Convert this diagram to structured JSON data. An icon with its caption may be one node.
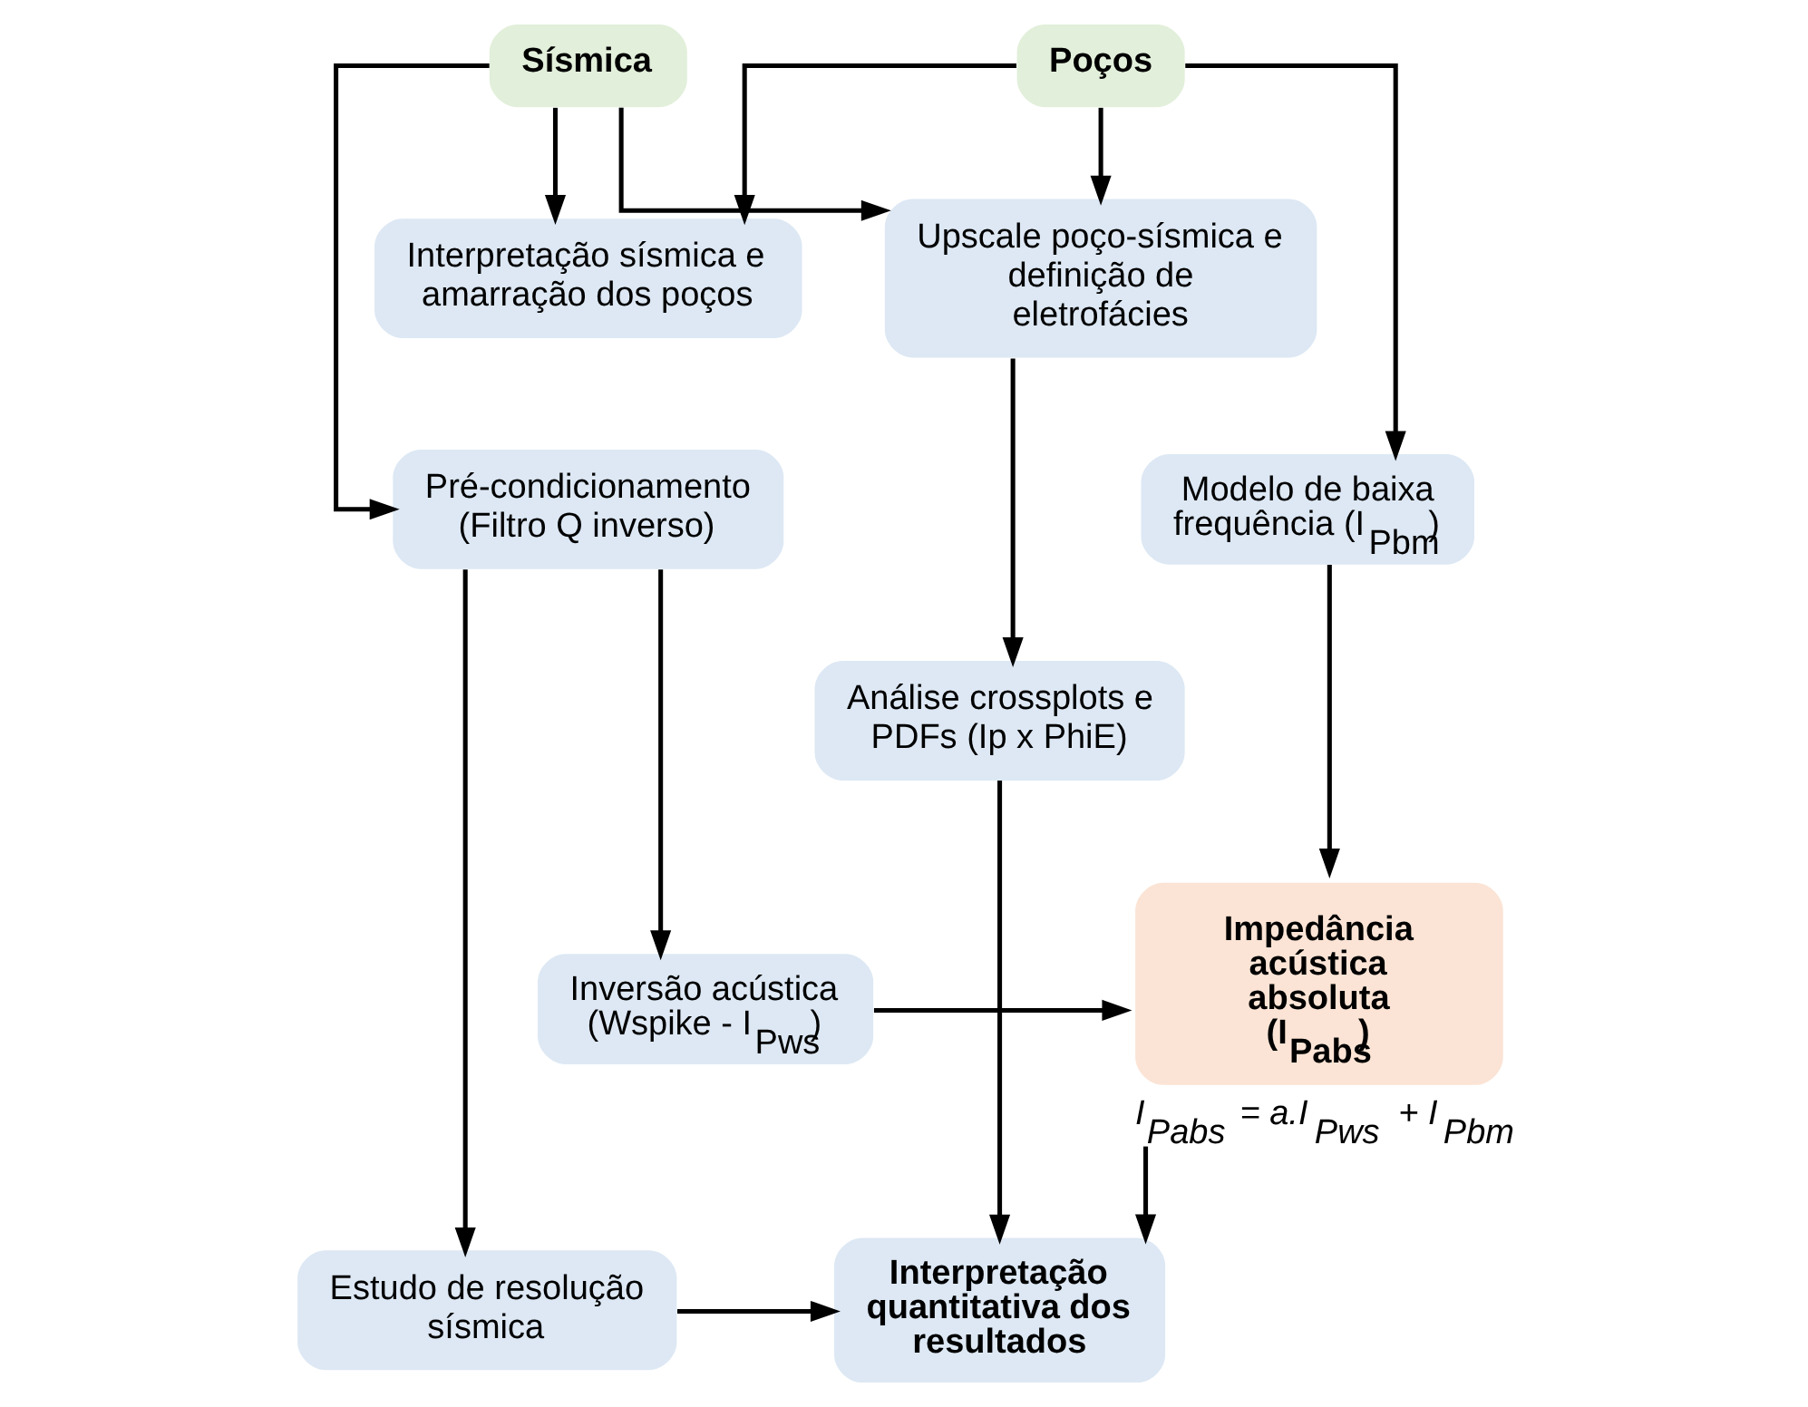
{
  "diagram": {
    "nodes": [
      {
        "text": [
          "Sísmica"
        ]
      },
      {
        "text": [
          "Poços"
        ]
      },
      {
        "text": [
          "Interpretação sísmica e amarração dos poços"
        ]
      },
      {
        "text": [
          "Upscale poço-sísmica e definição de eletrofácies"
        ]
      },
      {
        "text": [
          "Pré-condicionamento (Filtro Q inverso)"
        ]
      },
      {
        "text": [
          "Modelo de baixa frequência (I$_{Pbm}$)"
        ]
      },
      {
        "text": [
          "Análise crossplots e PDFs (Ip x PhiE)"
        ]
      },
      {
        "text": [
          "Inversão acústica (Wspike - I$_{Pws}$)"
        ]
      },
      {
        "text": [
          "Impedância acústica absoluta (I$_{Pabs}$)"
        ],
        "beside": [
          "I$_{Pabs}$ = a.I$_{Pws}$ + I$_{Pbm}$"
        ]
      },
      {
        "text": [
          "Estudo de resolução sísmica"
        ]
      },
      {
        "text": [
          "Interpretação quantitativa dos resultados"
        ]
      }
    ],
    "edges": [
      {
        "from": 0,
        "to": 2,
        "arrow": "to"
      },
      {
        "from": 1,
        "to": 2,
        "arrow": "to"
      },
      {
        "from": 0,
        "to": 3,
        "arrow": "to"
      },
      {
        "from": 1,
        "to": 3,
        "arrow": "to"
      },
      {
        "from": 0,
        "to": 4,
        "arrow": "to"
      },
      {
        "from": 1,
        "to": 5,
        "arrow": "to"
      },
      {
        "from": 3,
        "to": 6,
        "arrow": "to"
      },
      {
        "from": 4,
        "to": 7,
        "arrow": "to"
      },
      {
        "from": 4,
        "to": 9,
        "arrow": "to"
      },
      {
        "from": 7,
        "to": 8,
        "arrow": "to"
      },
      {
        "from": 5,
        "to": 8,
        "arrow": "to"
      },
      {
        "from": 8,
        "to": 10,
        "arrow": "to"
      },
      {
        "from": 6,
        "to": 10,
        "arrow": "to"
      },
      {
        "from": 9,
        "to": 10,
        "arrow": "to"
      }
    ]
  }
}
